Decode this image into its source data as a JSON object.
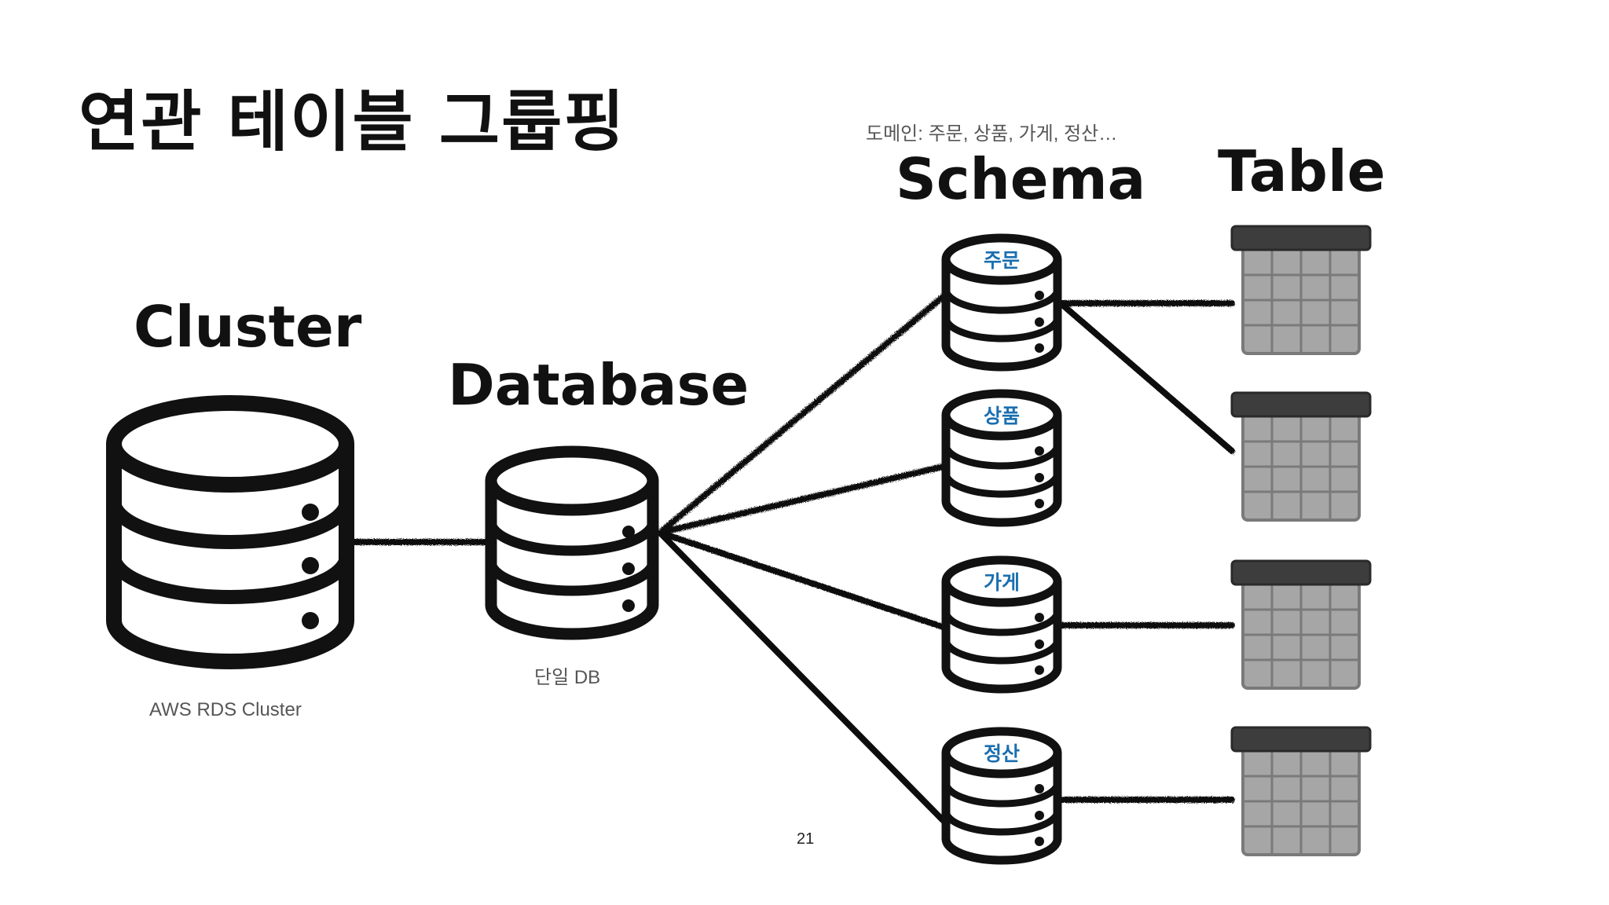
{
  "slide": {
    "title": "연관 테이블 그룹핑",
    "page_number": "21"
  },
  "headings": {
    "cluster": "Cluster",
    "database": "Database",
    "schema": "Schema",
    "table": "Table"
  },
  "captions": {
    "domain": "도메인: 주문, 상품, 가게, 정산…",
    "database": "단일 DB",
    "cluster": "AWS RDS Cluster"
  },
  "schemas": [
    {
      "label": "주문",
      "tables": 2
    },
    {
      "label": "상품",
      "tables": 0
    },
    {
      "label": "가게",
      "tables": 1
    },
    {
      "label": "정산",
      "tables": 1
    }
  ],
  "colors": {
    "ink": "#111111",
    "schema_label": "#1a6fb0",
    "table_header": "#3d3d3d",
    "table_cell": "#a6a6a6",
    "table_grid": "#7a7a7a",
    "caption": "#555555"
  },
  "icons": {
    "cluster": "database-cylinder-icon",
    "database": "database-cylinder-icon",
    "schema": "database-cylinder-icon",
    "table": "table-grid-icon"
  }
}
